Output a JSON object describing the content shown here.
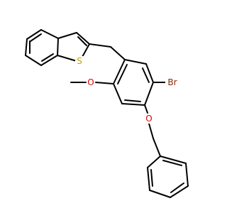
{
  "diagram": {
    "type": "skeletal-structure",
    "atom_labels": {
      "sulfur": "S",
      "bromine": "Br",
      "methoxy_oxygen": "O",
      "ether_oxygen": "O"
    },
    "colors": {
      "bond": "#000000",
      "sulfur": "#C8A000",
      "bromine": "#8B2500",
      "oxygen": "#E00000",
      "background": "#FFFFFF"
    }
  }
}
